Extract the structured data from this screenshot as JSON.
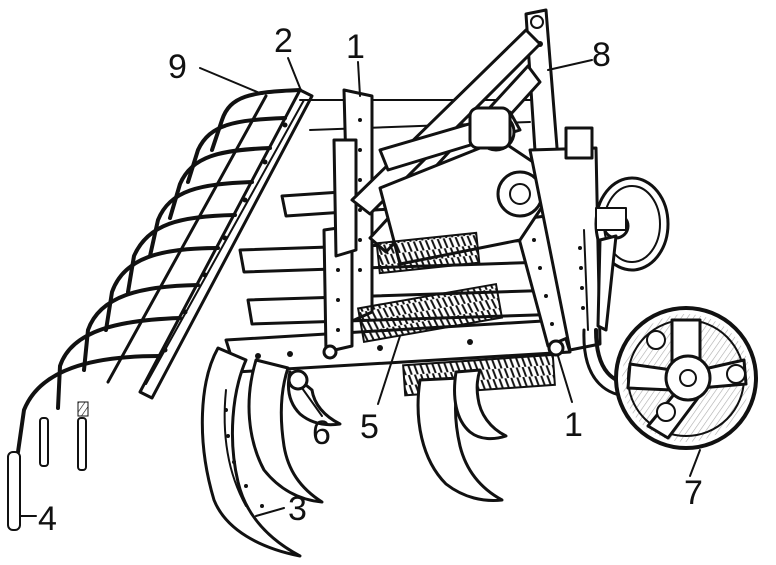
{
  "figure": {
    "labels": [
      {
        "id": "label-1-top",
        "text": "1"
      },
      {
        "id": "label-1-bottom",
        "text": "1"
      },
      {
        "id": "label-2",
        "text": "2"
      },
      {
        "id": "label-3",
        "text": "3"
      },
      {
        "id": "label-4",
        "text": "4"
      },
      {
        "id": "label-5",
        "text": "5"
      },
      {
        "id": "label-6",
        "text": "6"
      },
      {
        "id": "label-7",
        "text": "7"
      },
      {
        "id": "label-8",
        "text": "8"
      },
      {
        "id": "label-9",
        "text": "9"
      }
    ]
  },
  "colors": {
    "ink": "#111111",
    "background": "#ffffff"
  }
}
